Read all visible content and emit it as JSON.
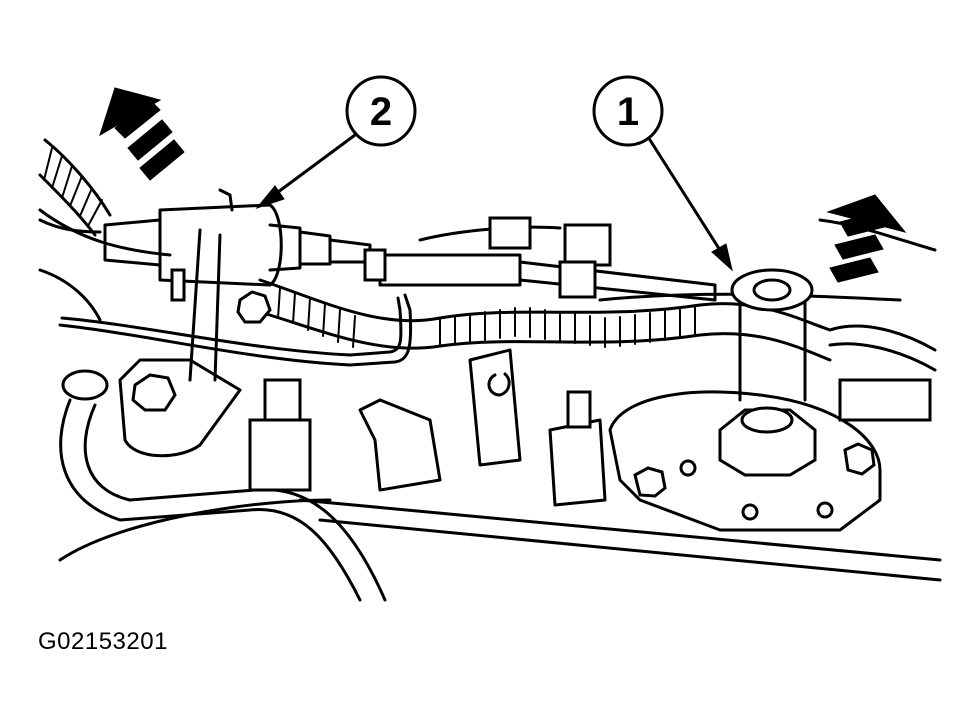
{
  "figure": {
    "id": "G02153201"
  },
  "callouts": [
    {
      "number": "1",
      "target": "sensor-component-1"
    },
    {
      "number": "2",
      "target": "connector-component-2"
    }
  ],
  "direction_arrows": [
    {
      "name": "direction-arrow-left",
      "direction": "up-left"
    },
    {
      "name": "direction-arrow-right",
      "direction": "up-right"
    }
  ],
  "colors": {
    "ink": "#000000",
    "background": "#ffffff"
  }
}
